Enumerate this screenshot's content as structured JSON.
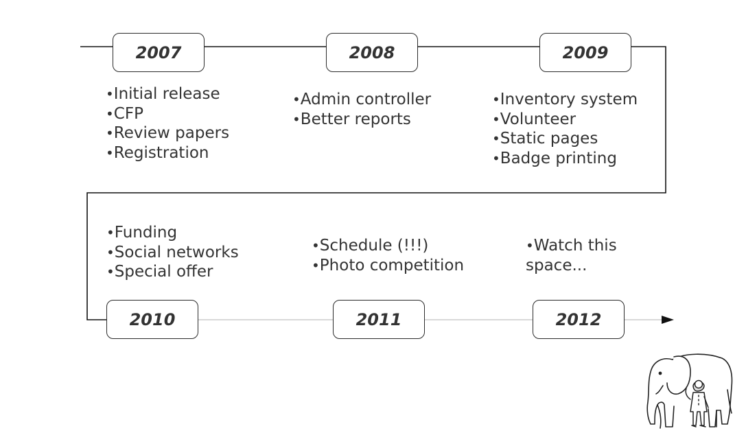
{
  "timeline": [
    {
      "year": "2007",
      "items": [
        "Initial release",
        "CFP",
        "Review papers",
        "Registration"
      ]
    },
    {
      "year": "2008",
      "items": [
        "Admin controller",
        "Better reports"
      ]
    },
    {
      "year": "2009",
      "items": [
        "Inventory system",
        "Volunteer",
        "Static pages",
        "Badge printing"
      ]
    },
    {
      "year": "2010",
      "items": [
        "Funding",
        "Social networks",
        "Special offer"
      ]
    },
    {
      "year": "2011",
      "items": [
        "Schedule (!!!)",
        "Photo competition"
      ]
    },
    {
      "year": "2012",
      "items": [
        "Watch this space..."
      ]
    }
  ],
  "colors": {
    "line_dark": "#111111",
    "line_light": "#cccccc",
    "text": "#333333",
    "box_border": "#2a2a2a"
  },
  "icons": [
    "elephant-with-person-icon",
    "arrow-head-icon"
  ]
}
